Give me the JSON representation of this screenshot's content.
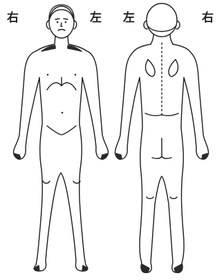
{
  "labels": {
    "front_right": "右",
    "front_left": "左",
    "back_left": "左",
    "back_right": "右"
  }
}
